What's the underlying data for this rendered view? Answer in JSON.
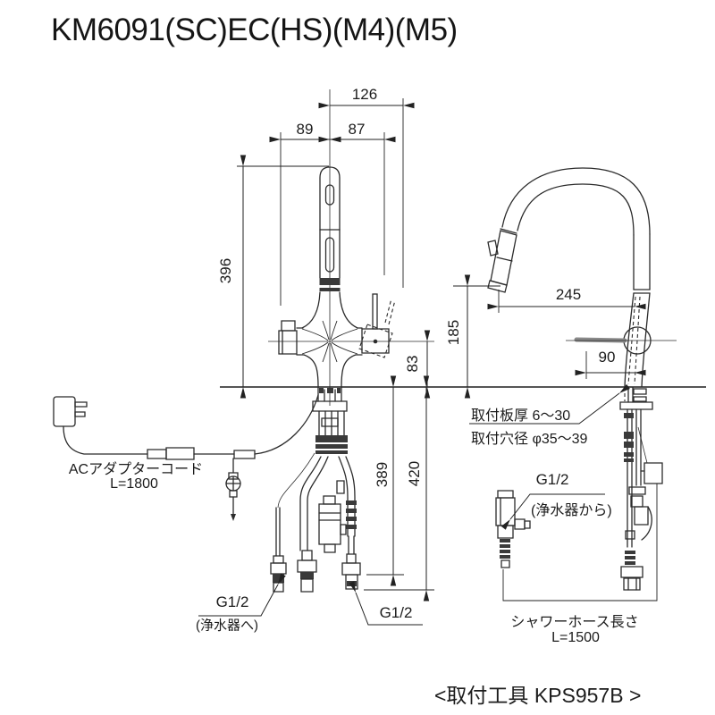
{
  "title": "KM6091(SC)EC(HS)(M4)(M5)",
  "front_view": {
    "dim_total_width": "126",
    "dim_reach_left": "89",
    "dim_reach_right": "87",
    "dim_height": "396",
    "dim_handle_height": "83",
    "dim_hose_389": "389",
    "dim_hose_420": "420",
    "outlet_left_label": "G1/2",
    "outlet_left_note": "(浄水器へ)",
    "outlet_right_label": "G1/2"
  },
  "side_view": {
    "dim_outlet_height": "185",
    "dim_reach": "245",
    "dim_handle_offset": "90",
    "mount_thickness": "取付板厚 6〜30",
    "mount_hole": "取付穴径 φ35〜39",
    "inlet_label": "G1/2",
    "inlet_note": "(浄水器から)",
    "hose_length_label": "シャワーホース長さ",
    "hose_length_value": "L=1500"
  },
  "ac_adapter": {
    "label": "ACアダプターコード",
    "length": "L=1800"
  },
  "footer": {
    "tool_label": "<取付工具 KPS957B >"
  },
  "colors": {
    "line": "#2b2b2b",
    "text": "#1c1c1c",
    "background": "#ffffff"
  }
}
